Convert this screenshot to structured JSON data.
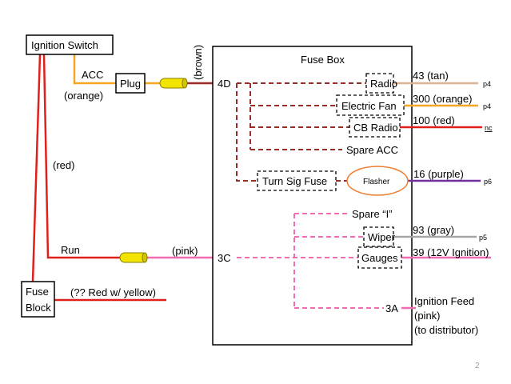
{
  "components": {
    "ignition_switch": "Ignition Switch",
    "plug": "Plug",
    "fuse_box": "Fuse Box",
    "fuse_block_line1": "Fuse",
    "fuse_block_line2": "Block",
    "flasher": "Flasher"
  },
  "fuses": {
    "radio": "Radio",
    "electric_fan": "Electric Fan",
    "cb_radio": "CB Radio",
    "turn_sig_fuse": "Turn Sig Fuse",
    "wiper": "Wiper",
    "gauges": "Gauges"
  },
  "labels": {
    "acc": "ACC",
    "orange": "(orange)",
    "brown": "(brown)",
    "red": "(red)",
    "run": "Run",
    "pink": "(pink)",
    "red_yellow": "(?? Red w/ yellow)",
    "spare_acc": "Spare ACC",
    "spare_i": "Spare “I”",
    "terminal_4d": "4D",
    "terminal_3c": "3C",
    "terminal_3a": "3A"
  },
  "outputs": {
    "w43": "43 (tan)",
    "w300": "300 (orange)",
    "w100": "100 (red)",
    "w16": "16 (purple)",
    "w93": "93 (gray)",
    "w39": "39 (12V Ignition)",
    "ign_feed_1": "Ignition Feed",
    "ign_feed_2": "(pink)",
    "ign_feed_3": "(to distributor)"
  },
  "refs": {
    "p4a": "p4",
    "p4b": "p4",
    "nc": "nc",
    "p6": "p6",
    "p5": "p5"
  },
  "page_number": "2",
  "colors": {
    "red": "#e0201c",
    "orange": "#f5a623",
    "brown": "#9b2b27",
    "pink": "#f06bb0",
    "tan": "#d9b48f",
    "purple": "#7030a0",
    "gray": "#a6a6a6",
    "yellow": "#f2e400"
  }
}
